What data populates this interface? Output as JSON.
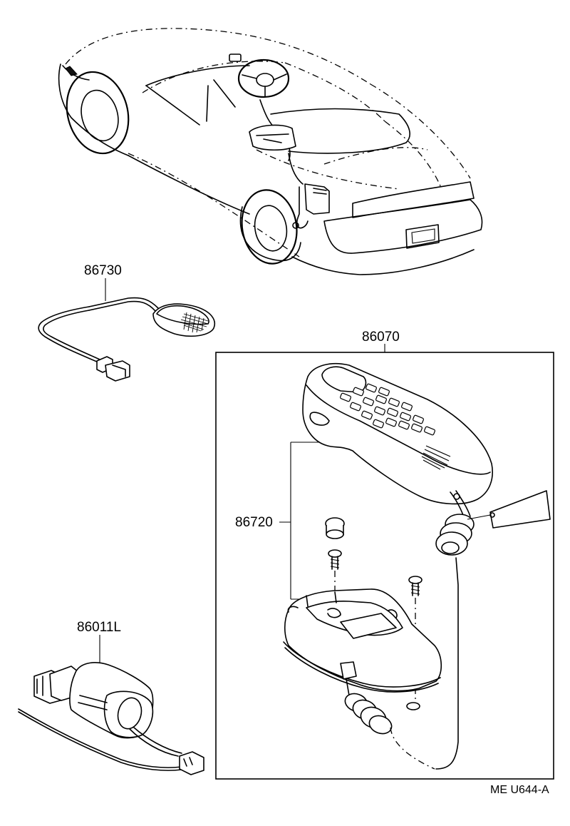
{
  "parts": {
    "mic": "86730",
    "phone_set": "86070",
    "cradle": "86720",
    "wire": "86011L"
  },
  "drawing_ref": "ME U644-A",
  "icons": [
    "car-icon",
    "microphone-icon",
    "handset-icon",
    "cradle-icon",
    "screw-icon",
    "cap-icon",
    "tag-icon",
    "noise-filter-icon"
  ]
}
